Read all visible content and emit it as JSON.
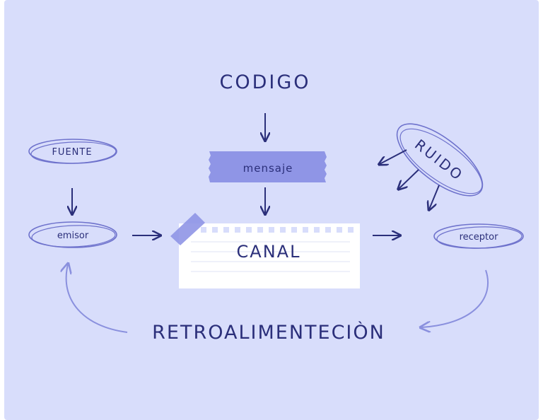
{
  "diagram": {
    "codigo": "CODIGO",
    "mensaje": "mensaje",
    "fuente": "FUENTE",
    "emisor": "emisor",
    "canal": "CANAL",
    "receptor": "receptor",
    "ruido": "RUIDO",
    "retroalimentacion": "RETROALIMENTECIÒN"
  },
  "colors": {
    "background": "#d8ddfb",
    "ink": "#2b2f7a",
    "ellipse_stroke": "#6e72cc",
    "tape": "#8f95e6",
    "paper": "#ffffff",
    "paper_lines": "#dfe3f6",
    "feedback_arrow": "#8a90de"
  }
}
